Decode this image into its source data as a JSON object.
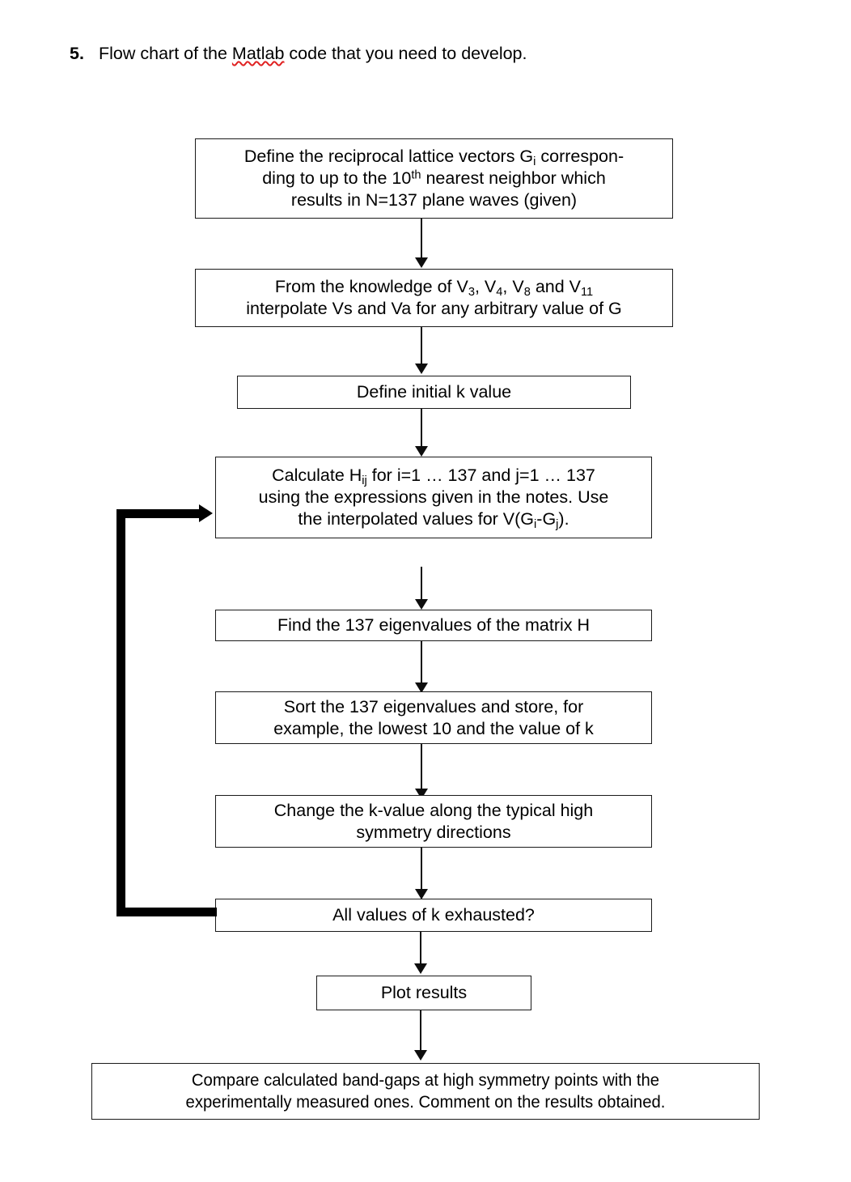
{
  "heading": {
    "number": "5.",
    "text_before": "Flow chart of the ",
    "misspelled_word": "Matlab",
    "text_after": " code that you need to develop."
  },
  "flowchart": {
    "title": "Flow chart of the Matlab code",
    "box_border_color": "#1a1a1a",
    "connector_color": "#0d0d0d",
    "loop_color": "#000000",
    "spellcheck_underline_color": "#e02222",
    "nodes": [
      {
        "id": "define-g-vectors",
        "line1_a": "Define the reciprocal lattice vectors G",
        "line1_sub": "i",
        "line1_b": " correspon-",
        "line2_a": "ding to up to the 10",
        "line2_sup": "th",
        "line2_b": " nearest neighbor which",
        "line3": "results in N=137 plane waves (given)",
        "plain_text": "Define the reciprocal lattice vectors Gi corresponding to up to the 10th nearest neighbor which results in N=137 plane waves (given)"
      },
      {
        "id": "interpolate-potentials",
        "line1_a": "From the knowledge of V",
        "line1_s1": "3",
        "line1_b": ", V",
        "line1_s2": "4",
        "line1_c": ", V",
        "line1_s3": "8",
        "line1_d": " and V",
        "line1_s4": "11",
        "line2": "interpolate Vs and Va for any arbitrary value of G",
        "plain_text": "From the knowledge of V3, V4, V8 and V11 interpolate Vs and Va for any arbitrary value of G"
      },
      {
        "id": "define-initial-k",
        "line1": "Define initial k value",
        "plain_text": "Define initial k value"
      },
      {
        "id": "calculate-hamiltonian",
        "line1_a": "Calculate H",
        "line1_sub": "ij",
        "line1_b": " for i=1 … 137 and j=1 … 137",
        "line2": "using the expressions given in the notes. Use",
        "line3_a": "the interpolated values for V(G",
        "line3_s1": "i",
        "line3_b": "-G",
        "line3_s2": "j",
        "line3_c": ").",
        "plain_text": "Calculate Hij for i=1 … 137 and j=1 … 137 using the expressions given in the notes. Use the interpolated values for V(Gi-Gj)."
      },
      {
        "id": "find-eigenvalues",
        "line1": "Find the 137 eigenvalues of the matrix H",
        "plain_text": "Find the 137 eigenvalues of the matrix H"
      },
      {
        "id": "sort-eigenvalues",
        "line1": "Sort the 137 eigenvalues and store, for",
        "line2": "example, the lowest 10 and the value of k",
        "plain_text": "Sort the 137 eigenvalues and store, for example, the lowest 10 and the value of k"
      },
      {
        "id": "change-k-value",
        "line1": "Change the k-value along the typical high",
        "line2": "symmetry directions",
        "plain_text": "Change the k-value along the typical high symmetry directions"
      },
      {
        "id": "k-exhausted-decision",
        "line1": "All values of k exhausted?",
        "plain_text": "All values of k exhausted?"
      },
      {
        "id": "plot-results",
        "line1": "Plot results",
        "plain_text": "Plot results"
      },
      {
        "id": "compare-bandgaps",
        "line1": "Compare calculated band-gaps at high symmetry points with the",
        "line2": "experimentally measured ones. Comment on the results obtained.",
        "plain_text": "Compare calculated band-gaps at high symmetry points with the experimentally measured ones. Comment on the results obtained."
      }
    ]
  }
}
